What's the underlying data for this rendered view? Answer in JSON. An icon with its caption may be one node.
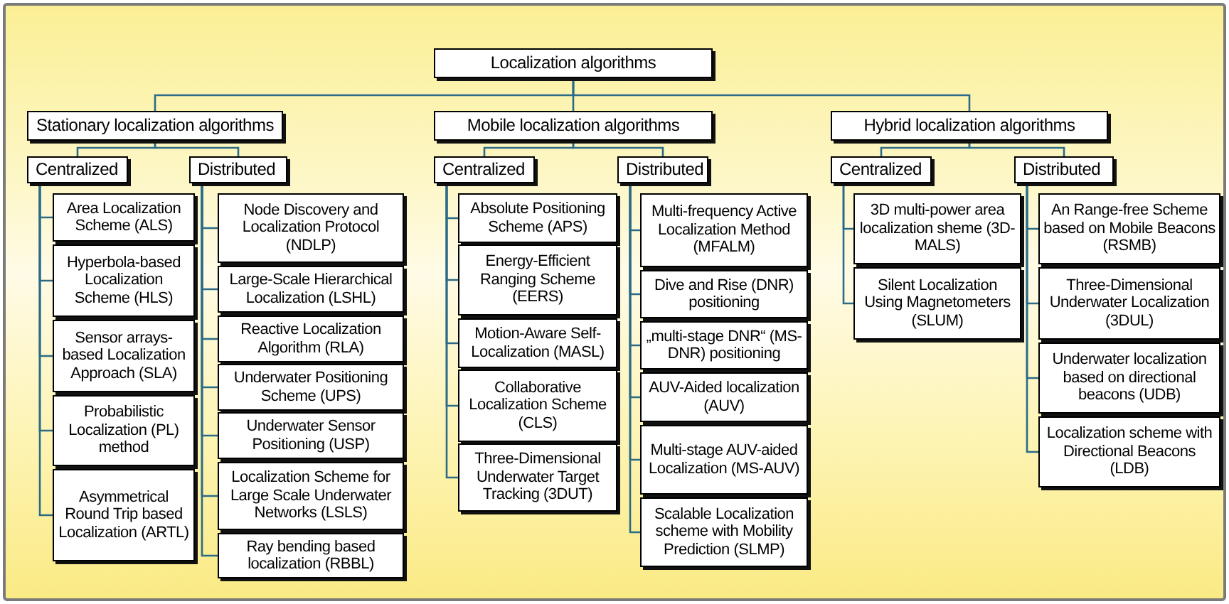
{
  "diagram": {
    "nodes": [
      {
        "text": [
          "Localization algorithms"
        ]
      },
      {
        "text": [
          "Stationary localization algorithms"
        ]
      },
      {
        "text": [
          "Mobile localization algorithms"
        ]
      },
      {
        "text": [
          "Hybrid localization algorithms"
        ]
      },
      {
        "text": [
          "Centralized"
        ]
      },
      {
        "text": [
          "Distributed"
        ]
      },
      {
        "text": [
          "Area Localization Scheme (ALS)"
        ]
      },
      {
        "text": [
          "Hyperbola-based Localization Scheme (HLS)"
        ]
      },
      {
        "text": [
          "Sensor arrays-based Localization Approach (SLA)"
        ]
      },
      {
        "text": [
          "Probabilistic Localization (PL) method"
        ]
      },
      {
        "text": [
          "Asymmetrical Round Trip based Localization (ARTL)"
        ]
      },
      {
        "text": [
          "Node Discovery and Localization Protocol (NDLP)"
        ]
      },
      {
        "text": [
          "Large-Scale Hierarchical Localization (LSHL)"
        ]
      },
      {
        "text": [
          "Reactive Localization Algorithm (RLA)"
        ]
      },
      {
        "text": [
          "Underwater Positioning Scheme (UPS)"
        ]
      },
      {
        "text": [
          "Underwater Sensor Positioning (USP)"
        ]
      },
      {
        "text": [
          "Localization Scheme for Large Scale Underwater Networks (LSLS)"
        ]
      },
      {
        "text": [
          "Ray bending based localization (RBBL)"
        ]
      },
      {
        "text": [
          "Centralized"
        ]
      },
      {
        "text": [
          "Distributed"
        ]
      },
      {
        "text": [
          "Absolute Positioning Scheme (APS)"
        ]
      },
      {
        "text": [
          "Energy-Efficient Ranging Scheme (EERS)"
        ]
      },
      {
        "text": [
          "Motion-Aware Self-Localization (MASL)"
        ]
      },
      {
        "text": [
          "Collaborative Localization Scheme (CLS)"
        ]
      },
      {
        "text": [
          "Three-Dimensional Underwater Target Tracking (3DUT)"
        ]
      },
      {
        "text": [
          "Multi-frequency Active Localization Method (MFALM)"
        ]
      },
      {
        "text": [
          "Dive and Rise (DNR) positioning"
        ]
      },
      {
        "text": [
          "„multi-stage DNR“ (MS-DNR) positioning"
        ]
      },
      {
        "text": [
          "AUV-Aided localization (AUV)"
        ]
      },
      {
        "text": [
          "Multi-stage AUV-aided Localization (MS-AUV)"
        ]
      },
      {
        "text": [
          "Scalable Localization scheme with Mobility Prediction (SLMP)"
        ]
      },
      {
        "text": [
          "Centralized"
        ]
      },
      {
        "text": [
          "Distributed"
        ]
      },
      {
        "text": [
          "3D multi-power area localization sheme (3D-MALS)"
        ]
      },
      {
        "text": [
          "Silent Localization Using Magnetometers (SLUM)"
        ]
      },
      {
        "text": [
          "An Range-free Scheme based on Mobile Beacons (RSMB)"
        ]
      },
      {
        "text": [
          "Three-Dimensional Underwater Localization (3DUL)"
        ]
      },
      {
        "text": [
          "Underwater localization based on directional beacons (UDB)"
        ]
      },
      {
        "text": [
          "Localization scheme with Directional Beacons (LDB)"
        ]
      }
    ],
    "edges": [
      {
        "from": 0,
        "to": 1,
        "arrow": "none"
      },
      {
        "from": 0,
        "to": 2,
        "arrow": "none"
      },
      {
        "from": 0,
        "to": 3,
        "arrow": "none"
      },
      {
        "from": 1,
        "to": 4,
        "arrow": "none"
      },
      {
        "from": 1,
        "to": 5,
        "arrow": "none"
      },
      {
        "from": 4,
        "to": 6,
        "arrow": "none"
      },
      {
        "from": 4,
        "to": 7,
        "arrow": "none"
      },
      {
        "from": 4,
        "to": 8,
        "arrow": "none"
      },
      {
        "from": 4,
        "to": 9,
        "arrow": "none"
      },
      {
        "from": 4,
        "to": 10,
        "arrow": "none"
      },
      {
        "from": 5,
        "to": 11,
        "arrow": "none"
      },
      {
        "from": 5,
        "to": 12,
        "arrow": "none"
      },
      {
        "from": 5,
        "to": 13,
        "arrow": "none"
      },
      {
        "from": 5,
        "to": 14,
        "arrow": "none"
      },
      {
        "from": 5,
        "to": 15,
        "arrow": "none"
      },
      {
        "from": 5,
        "to": 16,
        "arrow": "none"
      },
      {
        "from": 5,
        "to": 17,
        "arrow": "none"
      },
      {
        "from": 2,
        "to": 18,
        "arrow": "none"
      },
      {
        "from": 2,
        "to": 19,
        "arrow": "none"
      },
      {
        "from": 18,
        "to": 20,
        "arrow": "none"
      },
      {
        "from": 18,
        "to": 21,
        "arrow": "none"
      },
      {
        "from": 18,
        "to": 22,
        "arrow": "none"
      },
      {
        "from": 18,
        "to": 23,
        "arrow": "none"
      },
      {
        "from": 18,
        "to": 24,
        "arrow": "none"
      },
      {
        "from": 19,
        "to": 25,
        "arrow": "none"
      },
      {
        "from": 19,
        "to": 26,
        "arrow": "none"
      },
      {
        "from": 19,
        "to": 27,
        "arrow": "none"
      },
      {
        "from": 19,
        "to": 28,
        "arrow": "none"
      },
      {
        "from": 19,
        "to": 29,
        "arrow": "none"
      },
      {
        "from": 19,
        "to": 30,
        "arrow": "none"
      },
      {
        "from": 3,
        "to": 31,
        "arrow": "none"
      },
      {
        "from": 3,
        "to": 32,
        "arrow": "none"
      },
      {
        "from": 31,
        "to": 33,
        "arrow": "none"
      },
      {
        "from": 31,
        "to": 34,
        "arrow": "none"
      },
      {
        "from": 32,
        "to": 35,
        "arrow": "none"
      },
      {
        "from": 32,
        "to": 36,
        "arrow": "none"
      },
      {
        "from": 32,
        "to": 37,
        "arrow": "none"
      },
      {
        "from": 32,
        "to": 38,
        "arrow": "none"
      }
    ]
  }
}
